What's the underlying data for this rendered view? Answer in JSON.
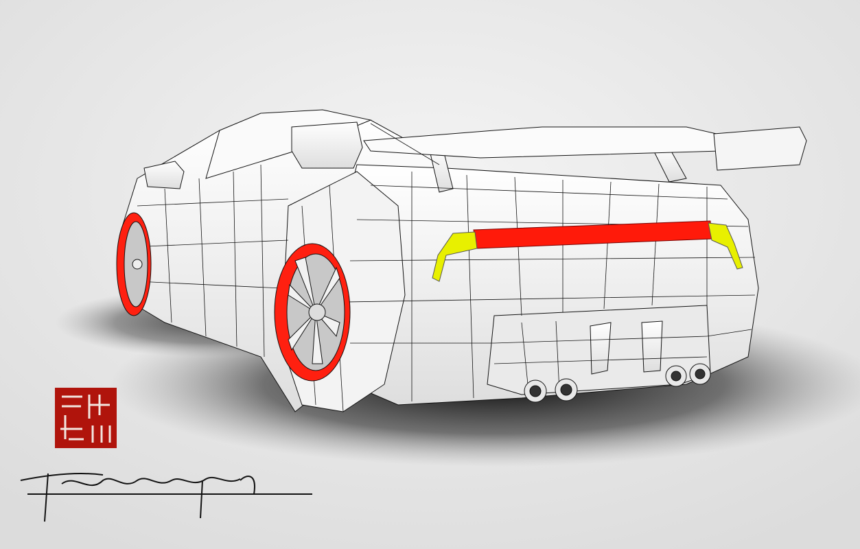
{
  "scene": {
    "subject": "car-wireframe-render",
    "view": "rear-three-quarter"
  },
  "colors": {
    "background": "#ededed",
    "body": "#f7f7f7",
    "wire": "#111111",
    "tail_light": "#ff1a0a",
    "tail_light_corner": "#e8f000",
    "rim": "#ff2010",
    "seal": "#b0140c",
    "signature": "#111111"
  },
  "seal": {
    "icon": "seal-stamp"
  },
  "signature": {
    "icon": "handwritten-signature"
  }
}
